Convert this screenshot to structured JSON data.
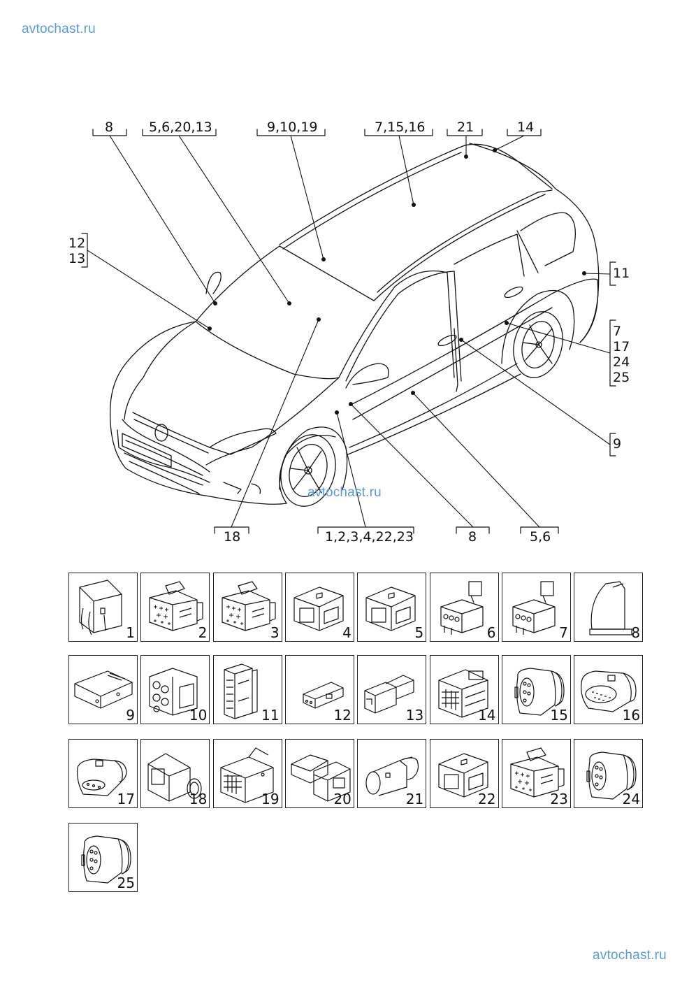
{
  "watermarks": {
    "top": "avtochast.ru",
    "middle": "avtochast.ru",
    "bottom": "avtochast.ru"
  },
  "colors": {
    "watermark": "#5b9be0",
    "line": "#111111"
  },
  "callouts": {
    "top": [
      {
        "id": "top-8",
        "text": "8"
      },
      {
        "id": "top-5-6-20-13",
        "text": "5,6,20,13"
      },
      {
        "id": "top-9-10-19",
        "text": "9,10,19"
      },
      {
        "id": "top-7-15-16",
        "text": "7,15,16"
      },
      {
        "id": "top-21",
        "text": "21"
      },
      {
        "id": "top-14",
        "text": "14"
      }
    ],
    "left": [
      {
        "id": "left-12-13",
        "lines": [
          "12",
          "13"
        ]
      }
    ],
    "right": [
      {
        "id": "right-11",
        "lines": [
          "11"
        ]
      },
      {
        "id": "right-7-17-24-25",
        "lines": [
          "7",
          "17",
          "24",
          "25"
        ]
      },
      {
        "id": "right-9",
        "lines": [
          "9"
        ]
      }
    ],
    "bottom": [
      {
        "id": "bottom-18",
        "text": "18"
      },
      {
        "id": "bottom-1-2-3-4-22-23",
        "text": "1,2,3,4,22,23"
      },
      {
        "id": "bottom-8",
        "text": "8"
      },
      {
        "id": "bottom-5-6",
        "text": "5,6"
      }
    ]
  },
  "connectors": [
    {
      "number": "1",
      "icon": "connector-housing-icon"
    },
    {
      "number": "2",
      "icon": "multi-pin-connector-icon"
    },
    {
      "number": "3",
      "icon": "multi-pin-connector-icon"
    },
    {
      "number": "4",
      "icon": "socket-housing-icon"
    },
    {
      "number": "5",
      "icon": "socket-housing-icon"
    },
    {
      "number": "6",
      "icon": "locking-connector-icon"
    },
    {
      "number": "7",
      "icon": "locking-connector-icon"
    },
    {
      "number": "8",
      "icon": "connector-cover-icon"
    },
    {
      "number": "9",
      "icon": "flat-connector-icon"
    },
    {
      "number": "10",
      "icon": "round-pin-connector-icon"
    },
    {
      "number": "11",
      "icon": "inline-connector-icon"
    },
    {
      "number": "12",
      "icon": "two-pin-connector-icon"
    },
    {
      "number": "13",
      "icon": "two-pin-plug-icon"
    },
    {
      "number": "14",
      "icon": "multi-pin-housing-icon"
    },
    {
      "number": "15",
      "icon": "sealed-connector-icon"
    },
    {
      "number": "16",
      "icon": "sealed-multi-pin-connector-icon"
    },
    {
      "number": "17",
      "icon": "three-pin-sealed-connector-icon"
    },
    {
      "number": "18",
      "icon": "coaxial-connector-icon"
    },
    {
      "number": "19",
      "icon": "multi-pin-latch-connector-icon"
    },
    {
      "number": "20",
      "icon": "box-connector-icon"
    },
    {
      "number": "21",
      "icon": "oval-sealed-connector-icon"
    },
    {
      "number": "22",
      "icon": "socket-housing-icon"
    },
    {
      "number": "23",
      "icon": "multi-pin-connector-icon"
    },
    {
      "number": "24",
      "icon": "sealed-connector-icon"
    },
    {
      "number": "25",
      "icon": "sealed-connector-icon"
    }
  ]
}
